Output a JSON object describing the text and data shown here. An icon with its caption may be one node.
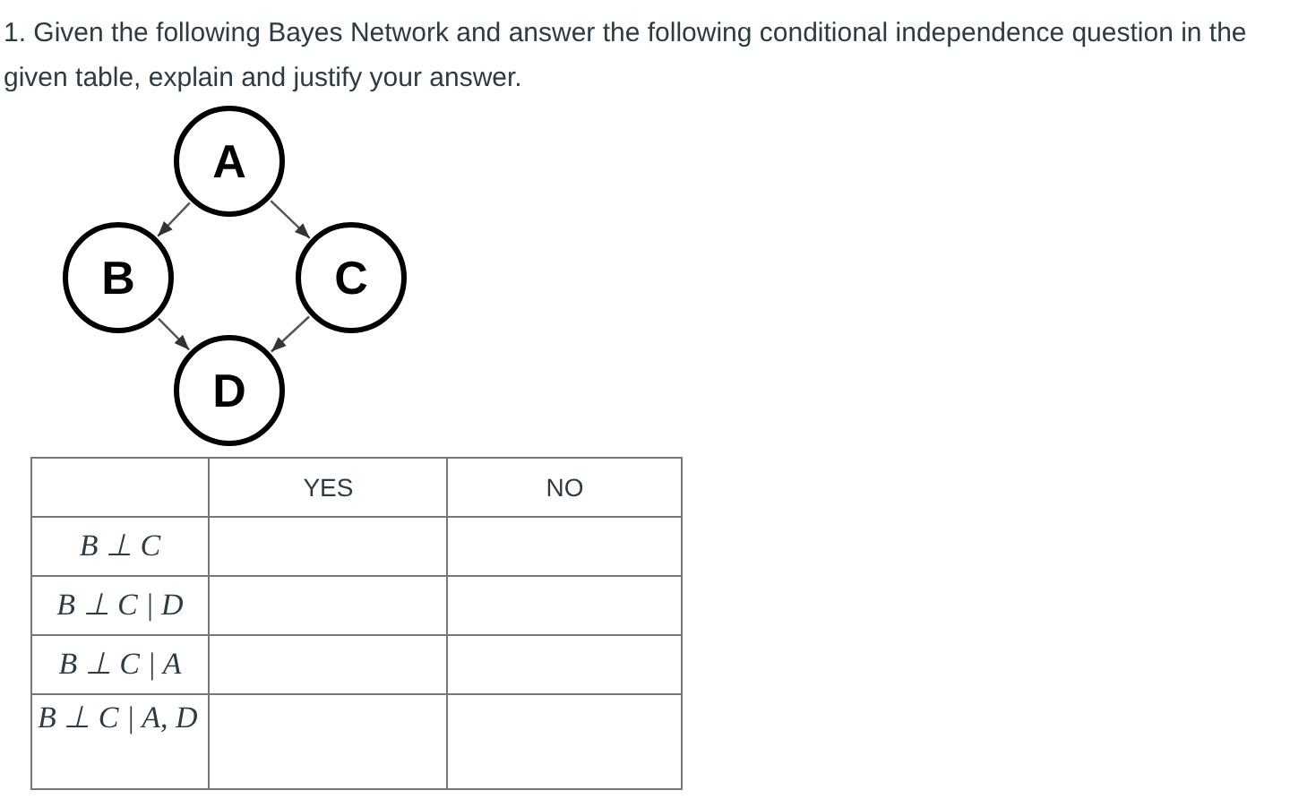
{
  "diagram": {
    "title": "1. Given the following Bayes Network and answer the following conditional independence question in the given table, explain and justify your answer.",
    "nodes": [
      {
        "text": [
          "A"
        ]
      },
      {
        "text": [
          "B"
        ]
      },
      {
        "text": [
          "C"
        ]
      },
      {
        "text": [
          "D"
        ]
      }
    ],
    "edges": [
      {
        "from": 0,
        "to": 1,
        "arrow": "to"
      },
      {
        "from": 0,
        "to": 2,
        "arrow": "to"
      },
      {
        "from": 1,
        "to": 3,
        "arrow": "to"
      },
      {
        "from": 2,
        "to": 3,
        "arrow": "to"
      }
    ],
    "labels": [
      "YES",
      "NO",
      "B ⊥ C",
      "B ⊥ C | D",
      "B ⊥ C | A",
      "B ⊥ C | A, D"
    ]
  }
}
